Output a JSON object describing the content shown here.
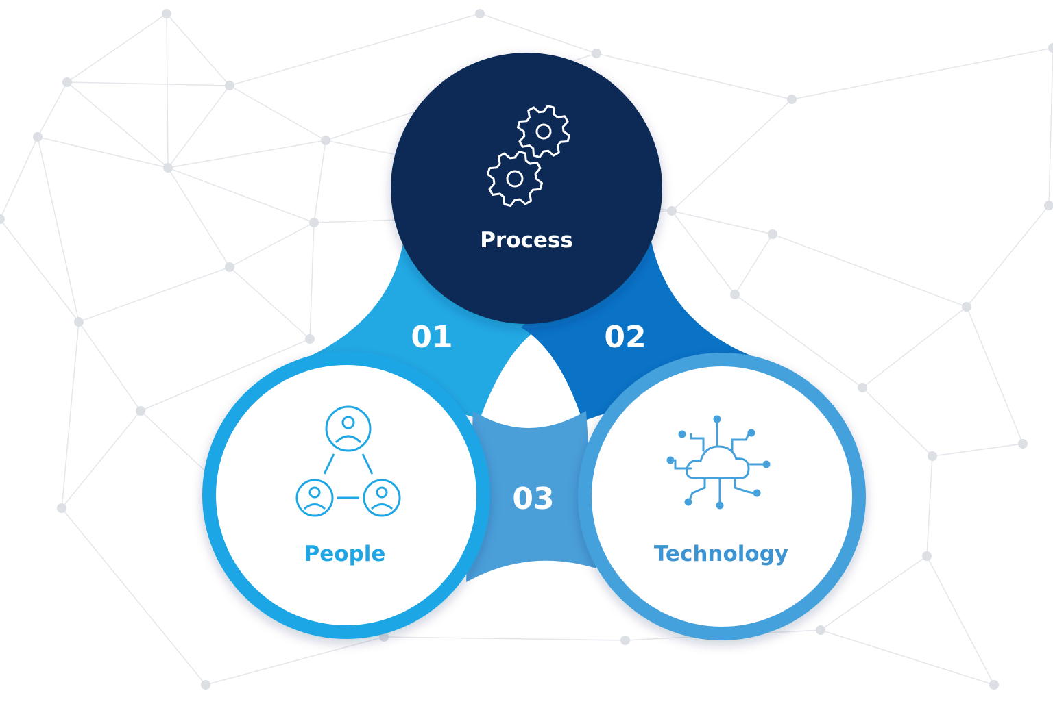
{
  "diagram": {
    "nodes": [
      {
        "id": "process",
        "label": "Process",
        "icon": "gears-icon"
      },
      {
        "id": "people",
        "label": "People",
        "icon": "people-network-icon"
      },
      {
        "id": "technology",
        "label": "Technology",
        "icon": "cloud-circuit-icon"
      }
    ],
    "connectors": [
      {
        "number": "01",
        "between": [
          "process",
          "people"
        ]
      },
      {
        "number": "02",
        "between": [
          "process",
          "technology"
        ]
      },
      {
        "number": "03",
        "between": [
          "people",
          "technology"
        ]
      }
    ]
  },
  "colors": {
    "background": "#ffffff",
    "network_lines": "#e3e6ea",
    "network_nodes": "#dcdfe4",
    "process_circle": "#0d2a57",
    "people_ring": "#1ea6e5",
    "technology_ring": "#45a1dc",
    "link_01": "#22a9e3",
    "link_02": "#0a73c6",
    "link_03": "#4a9fd9",
    "people_text": "#1ea6e5",
    "technology_text": "#3d94d2",
    "on_dark_text": "#ffffff"
  }
}
